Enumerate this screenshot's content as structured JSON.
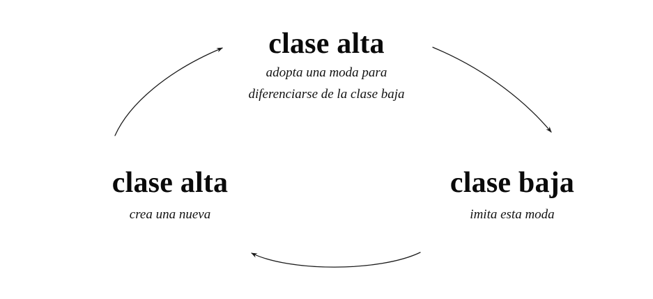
{
  "diagram": {
    "type": "cycle",
    "orientation": "clockwise",
    "background_color": "#ffffff",
    "text_color": "#000000",
    "arrow_color": "#1a1a1a",
    "nodes": [
      {
        "id": "top",
        "position": "top",
        "title": "clase alta",
        "subtitle_lines": [
          "adopta una moda para",
          "diferenciarse de la clase baja"
        ]
      },
      {
        "id": "left",
        "position": "bottom-left",
        "title": "clase alta",
        "subtitle_lines": [
          "crea una nueva"
        ]
      },
      {
        "id": "right",
        "position": "bottom-right",
        "title": "clase baja",
        "subtitle_lines": [
          "imita esta moda"
        ]
      }
    ],
    "arrows": [
      {
        "id": "left-to-top",
        "from": "left",
        "to": "top",
        "shape": "arc",
        "arrowhead": "end"
      },
      {
        "id": "top-to-right",
        "from": "top",
        "to": "right",
        "shape": "arc",
        "arrowhead": "end"
      },
      {
        "id": "right-to-left",
        "from": "right",
        "to": "left",
        "shape": "arc",
        "arrowhead": "end"
      }
    ]
  }
}
